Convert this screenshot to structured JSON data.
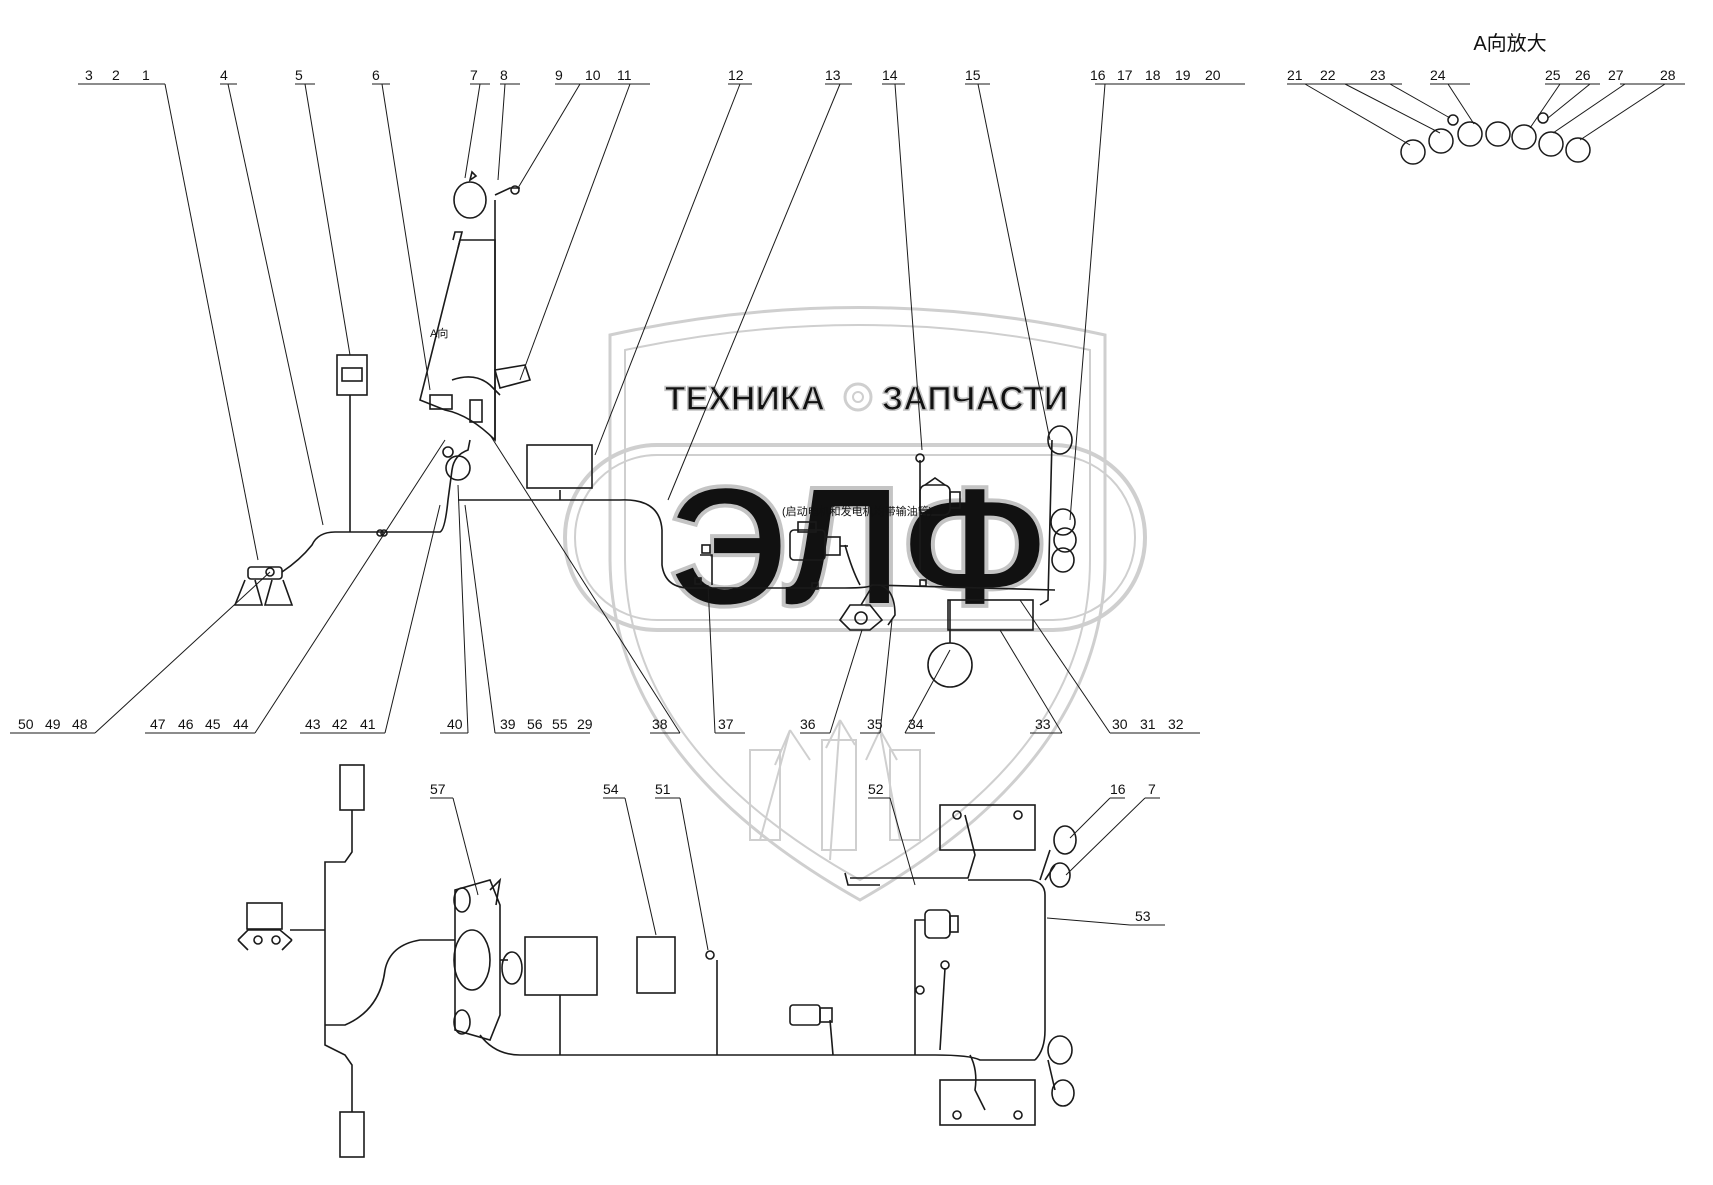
{
  "title": "A向放大",
  "view_label": "A向",
  "starter_note": "(启动电机和发电机均带输油管)",
  "watermark": {
    "line1": "ТЕХНИКА",
    "line2": "ЗАПЧАСТИ",
    "logo": "ЭЛФ",
    "color": "#c9c9c9"
  },
  "callouts": {
    "top": [
      "3",
      "2",
      "1",
      "4",
      "5",
      "6",
      "7",
      "8",
      "9",
      "10",
      "11",
      "12",
      "13",
      "14",
      "15",
      "16",
      "17",
      "18",
      "19",
      "20"
    ],
    "gauges": [
      "21",
      "22",
      "23",
      "24",
      "25",
      "26",
      "27",
      "28"
    ],
    "bottom": [
      "50",
      "49",
      "48",
      "47",
      "46",
      "45",
      "44",
      "43",
      "42",
      "41",
      "40",
      "39",
      "56",
      "55",
      "29",
      "38",
      "37",
      "36",
      "35",
      "34",
      "33",
      "30",
      "31",
      "32"
    ],
    "lower": [
      "57",
      "54",
      "51",
      "52",
      "16",
      "7",
      "53"
    ]
  },
  "line_color": "#1a1a1a"
}
